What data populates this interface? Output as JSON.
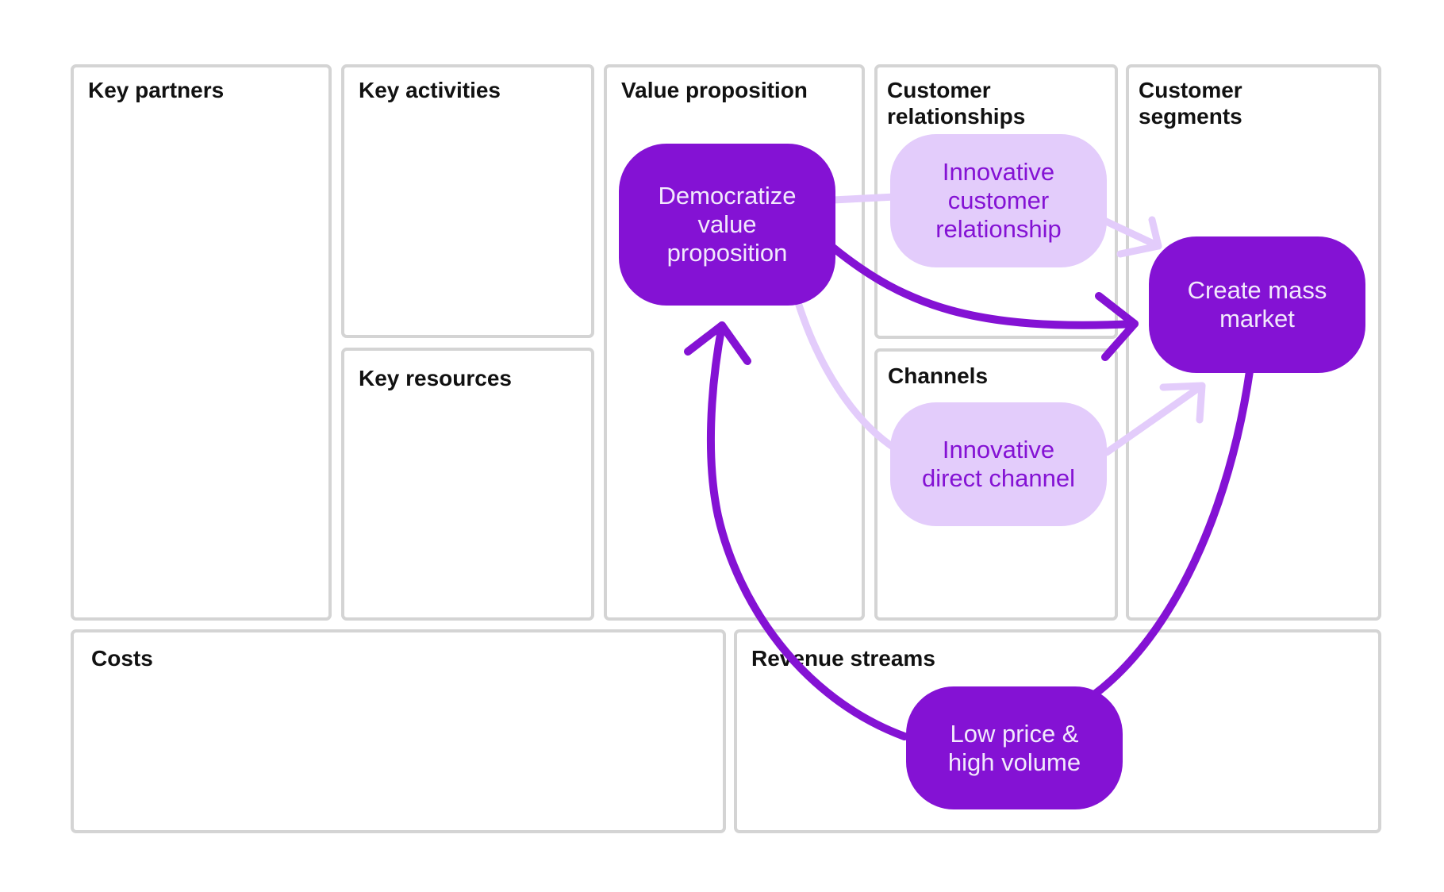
{
  "colors": {
    "accent_dark": "#8412d4",
    "accent_light": "#e3ccfb",
    "border": "#d4d4d4"
  },
  "panels": {
    "key_partners": "Key partners",
    "key_activities": "Key activities",
    "key_resources": "Key resources",
    "value_proposition": "Value proposition",
    "customer_relationships": "Customer\nrelationships",
    "channels": "Channels",
    "customer_segments": "Customer\nsegments",
    "costs": "Costs",
    "revenue_streams": "Revenue streams"
  },
  "nodes": {
    "democratize": "Democratize\nvalue\nproposition",
    "innovative_relationship": "Innovative\ncustomer\nrelationship",
    "innovative_channel": "Innovative\ndirect channel",
    "mass_market": "Create mass\nmarket",
    "low_price": "Low price &\nhigh volume"
  }
}
